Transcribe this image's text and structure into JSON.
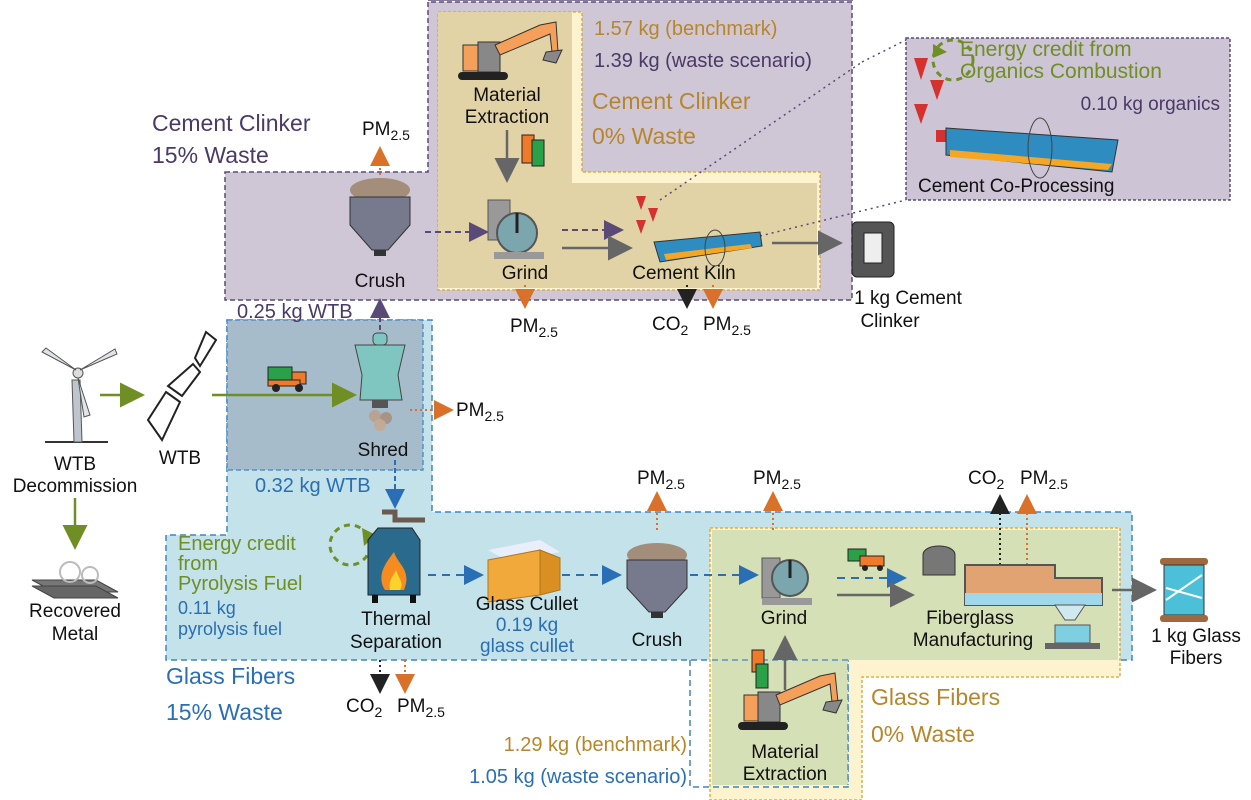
{
  "colors": {
    "cement_waste_region": "#cfc6d6",
    "cement_waste_border": "#5a4a78",
    "cement_bench_region": "#e2d3a6",
    "cement_bench_border": "#d6a530",
    "glass_waste_region": "#c4e2ea",
    "glass_waste_border": "#3f86c6",
    "glass_bench_region": "#d6e0b6",
    "glass_bench_outer": "#fdf3cf",
    "shred_overlap_region": "#a7bccb",
    "coproc_region": "#cdc5d5",
    "arrow_green": "#6f8f24",
    "arrow_gray": "#666666",
    "arrow_purple": "#5a4a78",
    "arrow_blue": "#2a6fb5",
    "emission_orange": "#d9712a",
    "emission_black": "#222222",
    "text_purple": "#4a3a66",
    "text_gold": "#b8862a",
    "text_blue": "#2a6fb5",
    "text_green": "#6f8f24"
  },
  "nodes": {
    "wtb_decommission": {
      "line1": "WTB",
      "line2": "Decommission"
    },
    "wtb": {
      "label": "WTB"
    },
    "recovered_metal": {
      "line1": "Recovered",
      "line2": "Metal"
    },
    "shred": {
      "label": "Shred"
    },
    "crush_cement": {
      "label": "Crush"
    },
    "material_extraction_cement": {
      "line1": "Material",
      "line2": "Extraction"
    },
    "grind_cement": {
      "label": "Grind"
    },
    "cement_kiln": {
      "label": "Cement Kiln"
    },
    "cement_product": {
      "line1": "1 kg Cement",
      "line2": "Clinker"
    },
    "thermal_separation": {
      "line1": "Thermal",
      "line2": "Separation"
    },
    "glass_cullet": {
      "label": "Glass Cullet",
      "amount_line1": "0.19 kg",
      "amount_line2": "glass cullet"
    },
    "crush_glass": {
      "label": "Crush"
    },
    "grind_glass": {
      "label": "Grind"
    },
    "material_extraction_glass": {
      "line1": "Material",
      "line2": "Extraction"
    },
    "fiberglass_manufacturing": {
      "line1": "Fiberglass",
      "line2": "Manufacturing"
    },
    "glass_product": {
      "line1": "1 kg Glass",
      "line2": "Fibers"
    }
  },
  "regions": {
    "cement_waste": {
      "line1": "Cement Clinker",
      "line2": "15% Waste"
    },
    "cement_benchmark": {
      "line1": "Cement Clinker",
      "line2": "0% Waste"
    },
    "glass_waste": {
      "line1": "Glass Fibers",
      "line2": "15% Waste"
    },
    "glass_benchmark": {
      "line1": "Glass Fibers",
      "line2": "0% Waste"
    }
  },
  "quantities": {
    "cement_benchmark": "1.57 kg (benchmark)",
    "cement_waste_scenario": "1.39 kg (waste scenario)",
    "glass_benchmark": "1.29 kg (benchmark)",
    "glass_waste_scenario": "1.05 kg (waste scenario)",
    "wtb_to_cement": "0.25 kg WTB",
    "wtb_to_glass": "0.32 kg WTB"
  },
  "coprocessing_inset": {
    "credit_line1": "Energy credit from",
    "credit_line2": "Organics Combustion",
    "organics": "0.10 kg organics",
    "title": "Cement Co-Processing"
  },
  "pyrolysis_credit": {
    "line1": "Energy credit",
    "line2": "from",
    "line3": "Pyrolysis Fuel",
    "amount_line1": "0.11 kg",
    "amount_line2": "pyrolysis fuel"
  },
  "emissions": {
    "pm_main": "PM",
    "pm_sub": "2.5",
    "co2_main": "CO",
    "co2_sub": "2"
  }
}
